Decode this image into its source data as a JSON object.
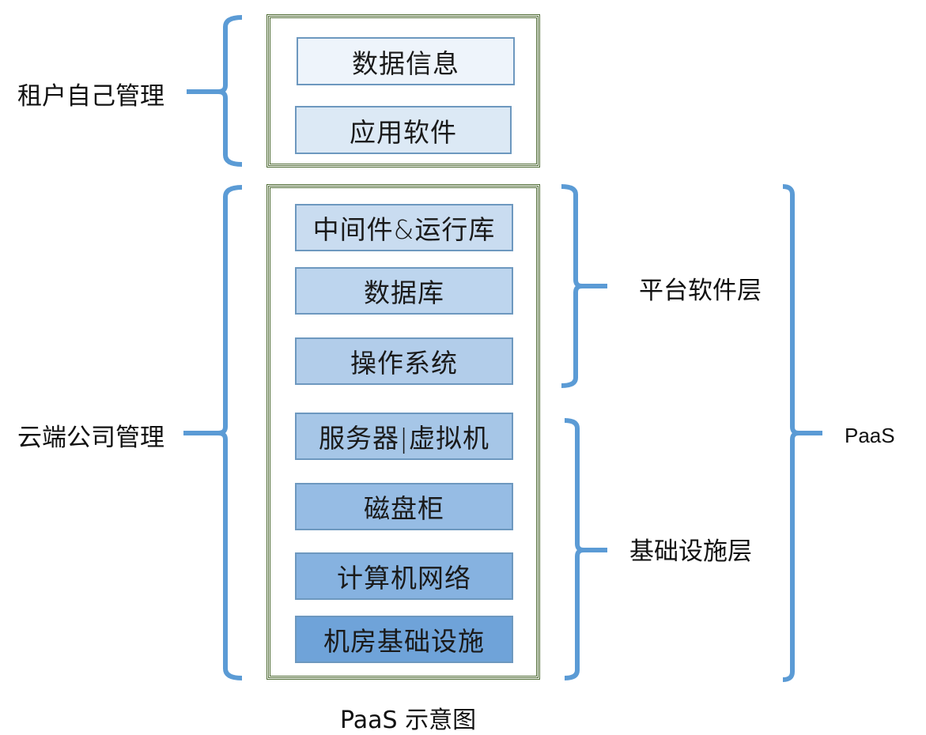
{
  "diagram": {
    "title_caption": "PaaS 示意图",
    "tenant_group": {
      "label": "租户自己管理",
      "layers": [
        {
          "name": "数据信息",
          "color": "#eef4fb"
        },
        {
          "name": "应用软件",
          "color": "#dce9f5"
        }
      ]
    },
    "provider_group": {
      "label": "云端公司管理",
      "layers": [
        {
          "name": "中间件&运行库",
          "color": "#c9dcf0"
        },
        {
          "name": "数据库",
          "color": "#bdd5ee"
        },
        {
          "name": "操作系统",
          "color": "#b2cdea"
        },
        {
          "name": "服务器|虚拟机",
          "color": "#a6c6e7"
        },
        {
          "name": "磁盘柜",
          "color": "#96bce4"
        },
        {
          "name": "计算机网络",
          "color": "#86b2e0"
        },
        {
          "name": "机房基础设施",
          "color": "#6fa3d9"
        }
      ]
    },
    "right_groups": {
      "platform_layer": "平台软件层",
      "infrastructure_layer": "基础设施层",
      "service_model": "PaaS"
    },
    "colors": {
      "bracket": "#5b9bd5",
      "frame_border": "#4e6a33",
      "layer_border": "#6d98bf"
    }
  }
}
